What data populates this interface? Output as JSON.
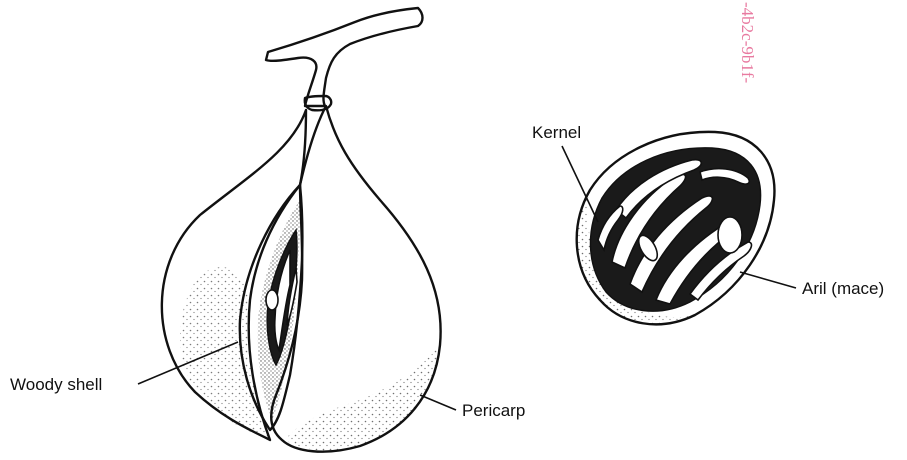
{
  "labels": {
    "woody_shell": "Woody shell",
    "pericarp": "Pericarp",
    "kernel": "Kernel",
    "aril": "Aril (mace)"
  },
  "watermark": "-4b2c-9b1f-",
  "colors": {
    "ink": "#111111",
    "background": "#ffffff",
    "watermark": "#e87aa0"
  }
}
